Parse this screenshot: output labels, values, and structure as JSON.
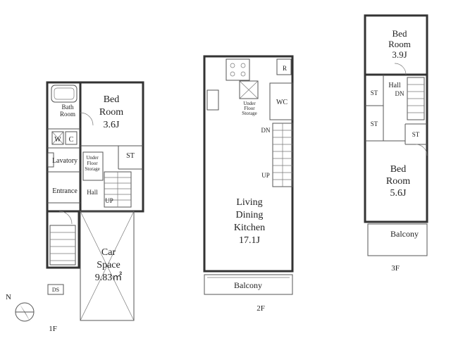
{
  "floors": {
    "f1": {
      "label": "1F",
      "bedroom": {
        "name1": "Bed",
        "name2": "Room",
        "size": "3.6J"
      },
      "bath": {
        "name1": "Bath",
        "name2": "Room"
      },
      "lavatory": "Lavatory",
      "wc": "W",
      "washer": "C",
      "entrance": "Entrance",
      "hall": "Hall",
      "up": "UP",
      "st": "ST",
      "under_floor": [
        "Under",
        "Floor",
        "Storage"
      ],
      "car_space": {
        "name1": "Car",
        "name2": "Space",
        "size": "9.83㎡"
      },
      "ds": "DS"
    },
    "f2": {
      "label": "2F",
      "ldk": {
        "l1": "Living",
        "l2": "Dining",
        "l3": "Kitchen",
        "size": "17.1J"
      },
      "wc": "WC",
      "r": "R",
      "dn": "DN",
      "up": "UP",
      "under_floor": [
        "Under",
        "Floor",
        "Storage"
      ],
      "balcony": "Balcony"
    },
    "f3": {
      "label": "3F",
      "bedroom_a": {
        "name1": "Bed",
        "name2": "Room",
        "size": "3.9J"
      },
      "bedroom_b": {
        "name1": "Bed",
        "name2": "Room",
        "size": "5.6J"
      },
      "hall": "Hall",
      "dn": "DN",
      "st": "ST",
      "balcony": "Balcony"
    }
  },
  "compass": {
    "north": "N"
  }
}
